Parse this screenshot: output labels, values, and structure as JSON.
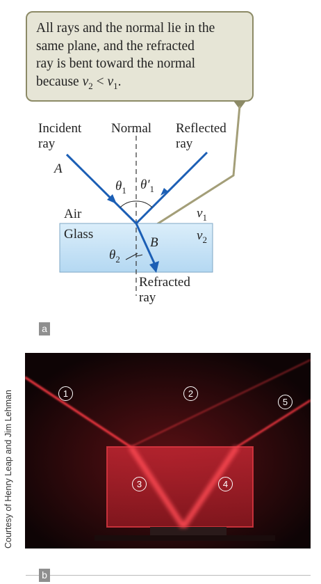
{
  "callout": {
    "line1": "All rays and the normal lie in the",
    "line2": "same plane, and the refracted",
    "line3": "ray is bent toward the normal",
    "line4_prefix": "because ",
    "v2": "v",
    "sub2": "2",
    "less_than": " < ",
    "v1": "v",
    "sub1": "1",
    "period": "."
  },
  "labels": {
    "incident_1": "Incident",
    "incident_2": "ray",
    "normal": "Normal",
    "reflected_1": "Reflected",
    "reflected_2": "ray",
    "point_a": "A",
    "point_b": "B",
    "theta1": "θ",
    "theta1_sub": "1",
    "theta1p": "θ′",
    "theta1p_sub": "1",
    "theta2": "θ",
    "theta2_sub": "2",
    "air": "Air",
    "glass": "Glass",
    "v1": "v",
    "v1_sub": "1",
    "v2": "v",
    "v2_sub": "2",
    "refracted_1": "Refracted",
    "refracted_2": "ray"
  },
  "panel_a": "a",
  "panel_b": "b",
  "photo_markers": [
    "1",
    "2",
    "3",
    "4",
    "5"
  ],
  "credit": "Courtesy of Henry Leap and Jim Lehman",
  "colors": {
    "ray": "#1c5fb5",
    "pointer": "#a39e78",
    "glass_top": "#dbeefa",
    "glass_bottom": "#b4d8f2",
    "callout_bg": "#e6e5d6",
    "laser": "#e0202a"
  }
}
